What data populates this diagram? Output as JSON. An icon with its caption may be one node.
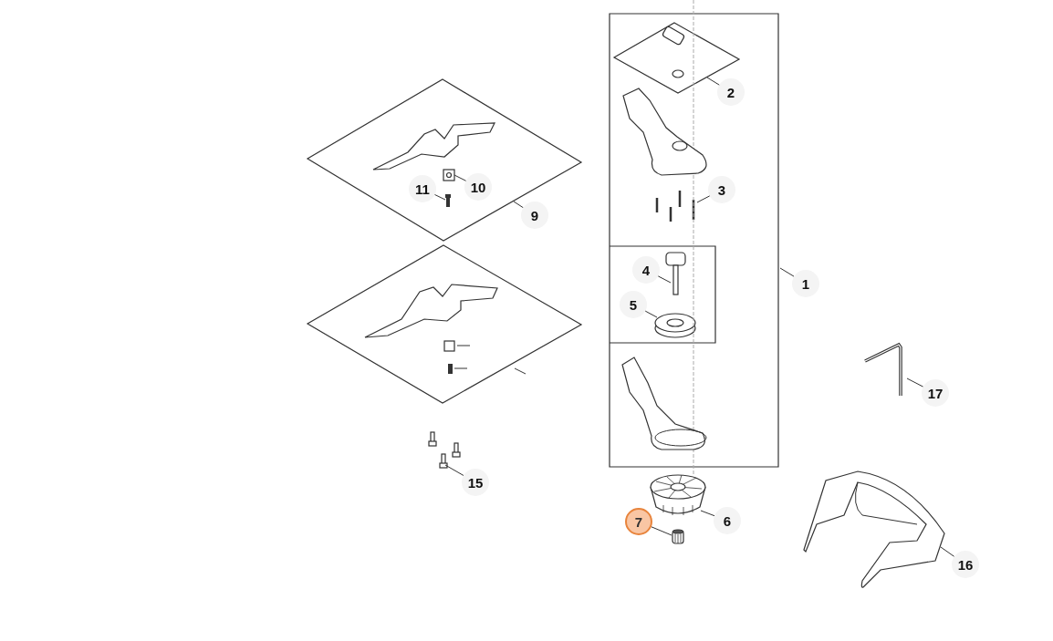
{
  "diagram": {
    "nodes": [
      {
        "text": [
          "2"
        ],
        "in": 11
      },
      {
        "text": [],
        "shape": "picture",
        "in": 11
      },
      {
        "text": [
          "9"
        ]
      },
      {
        "text": [],
        "shape": "picture"
      },
      {
        "text": [
          "10"
        ],
        "in": 3
      },
      {
        "text": [],
        "shape": "picture",
        "in": 3
      },
      {
        "text": [
          "11"
        ],
        "in": 3
      },
      {
        "text": [],
        "shape": "picture",
        "in": 3
      },
      {
        "text": [
          "3"
        ],
        "in": 11
      },
      {
        "text": [],
        "shape": "picture",
        "in": 11
      },
      {
        "text": [
          "1"
        ]
      },
      {
        "text": [],
        "shape": "box"
      },
      {
        "text": [
          "4"
        ],
        "in": 11
      },
      {
        "text": [],
        "shape": "picture",
        "in": 11
      },
      {
        "text": [
          "5"
        ],
        "in": 11
      },
      {
        "text": [],
        "shape": "picture",
        "in": 11
      },
      {
        "text": [
          "17"
        ]
      },
      {
        "text": [],
        "shape": "picture"
      },
      {
        "text": [
          "15"
        ]
      },
      {
        "text": [],
        "shape": "picture"
      },
      {
        "text": [
          "6"
        ]
      },
      {
        "text": [],
        "shape": "picture"
      },
      {
        "text": [
          "7"
        ]
      },
      {
        "text": [],
        "shape": "picture"
      },
      {
        "text": [
          "16"
        ]
      },
      {
        "text": [],
        "shape": "picture"
      }
    ],
    "edges": [
      {
        "from": 0,
        "to": 1,
        "arrow": "none"
      },
      {
        "from": 2,
        "to": 3,
        "arrow": "none"
      },
      {
        "from": 4,
        "to": 5,
        "arrow": "none"
      },
      {
        "from": 6,
        "to": 7,
        "arrow": "none"
      },
      {
        "from": 8,
        "to": 9,
        "arrow": "none"
      },
      {
        "from": 10,
        "to": 11,
        "arrow": "none"
      },
      {
        "from": 12,
        "to": 13,
        "arrow": "none"
      },
      {
        "from": 14,
        "to": 15,
        "arrow": "none"
      },
      {
        "from": 16,
        "to": 17,
        "arrow": "none"
      },
      {
        "from": 18,
        "to": 19,
        "arrow": "none"
      },
      {
        "from": 20,
        "to": 21,
        "arrow": "none"
      },
      {
        "from": 22,
        "to": 23,
        "arrow": "none"
      },
      {
        "from": 24,
        "to": 25,
        "arrow": "none"
      }
    ]
  }
}
